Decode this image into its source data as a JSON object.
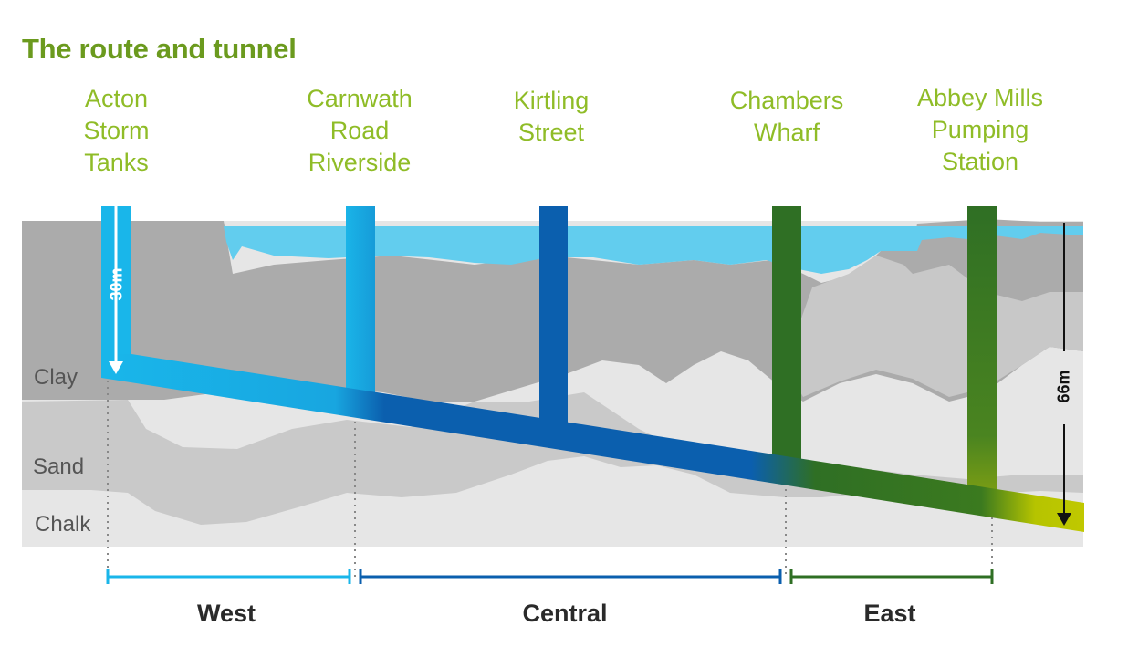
{
  "title": "The route and tunnel",
  "shafts": [
    {
      "id": "acton",
      "lines": [
        "Acton",
        "Storm",
        "Tanks"
      ]
    },
    {
      "id": "carnwath",
      "lines": [
        "Carnwath",
        "Road",
        "Riverside"
      ]
    },
    {
      "id": "kirtling",
      "lines": [
        "Kirtling",
        "Street"
      ]
    },
    {
      "id": "chambers",
      "lines": [
        "Chambers",
        "Wharf"
      ]
    },
    {
      "id": "abbey",
      "lines": [
        "Abbey Mills",
        "Pumping",
        "Station"
      ]
    }
  ],
  "layers": {
    "clay": "Clay",
    "sand": "Sand",
    "chalk": "Chalk"
  },
  "depths": {
    "start": "30m",
    "end": "66m"
  },
  "sections": {
    "west": "West",
    "central": "Central",
    "east": "East"
  },
  "colors": {
    "title": "#6b9a1e",
    "shaft_label": "#8fbc27",
    "west": "#1ab4e8",
    "central": "#0a5fae",
    "east": "#2f6f24",
    "end": "#b8c400",
    "river": "#62cdee",
    "clay": "#ababab",
    "sand": "#c8c8c8",
    "chalk": "#e6e6e6"
  }
}
